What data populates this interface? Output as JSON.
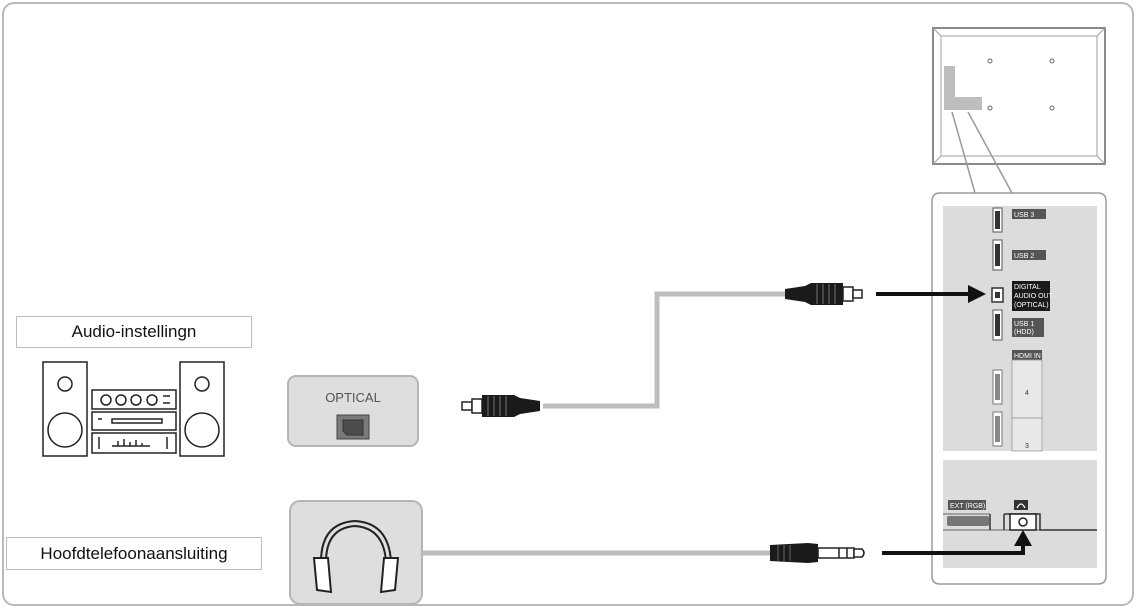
{
  "labels": {
    "audio_system": "Audio-instellingn",
    "headphone": "Hoofdtelefoonaansluiting",
    "optical_port": "OPTICAL"
  },
  "tv_panel": {
    "usb3": "USB 3",
    "usb2": "USB 2",
    "digital_audio_line1": "DIGITAL",
    "digital_audio_line2": "AUDIO OUT",
    "digital_audio_line3": "(OPTICAL)",
    "usb1_line1": "USB 1",
    "usb1_line2": "(HDD)",
    "hdmi_in": "HDMI IN",
    "hdmi_4": "4",
    "hdmi_3": "3",
    "ext_rgb": "EXT (RGB)"
  },
  "colors": {
    "frame": "#b9b9b9",
    "panel": "#dedede",
    "cable": "#bdbdbd",
    "arrow": "#111111"
  }
}
